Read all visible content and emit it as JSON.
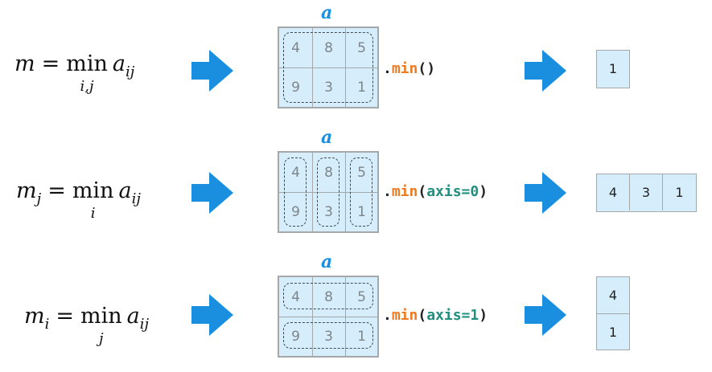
{
  "colors": {
    "accent": "#1a8fe0",
    "cell_bg": "#d6eefb",
    "method_fn": "#f07a20",
    "method_kw": "#1f8f7e"
  },
  "icons": {
    "arrow": "arrow-right-icon"
  },
  "array_label": "a",
  "matrix": [
    [
      "4",
      "8",
      "5"
    ],
    [
      "9",
      "3",
      "1"
    ]
  ],
  "rows": [
    {
      "formula": {
        "lhs": "m",
        "lhs_sub": "",
        "eq": "=",
        "min": "min",
        "under": "i,j",
        "rhs": "a",
        "rhs_sub": "ij"
      },
      "method": {
        "dot": ".",
        "fn": "min",
        "open": "(",
        "arg": "",
        "close": ")"
      },
      "result": [
        "1"
      ]
    },
    {
      "formula": {
        "lhs": "m",
        "lhs_sub": "j",
        "eq": "=",
        "min": "min",
        "under": "i",
        "rhs": "a",
        "rhs_sub": "ij"
      },
      "method": {
        "dot": ".",
        "fn": "min",
        "open": "(",
        "arg": "axis=0",
        "close": ")"
      },
      "result": [
        "4",
        "3",
        "1"
      ]
    },
    {
      "formula": {
        "lhs": "m",
        "lhs_sub": "i",
        "eq": "=",
        "min": "min",
        "under": "j",
        "rhs": "a",
        "rhs_sub": "ij"
      },
      "method": {
        "dot": ".",
        "fn": "min",
        "open": "(",
        "arg": "axis=1",
        "close": ")"
      },
      "result": [
        "4",
        "1"
      ]
    }
  ]
}
